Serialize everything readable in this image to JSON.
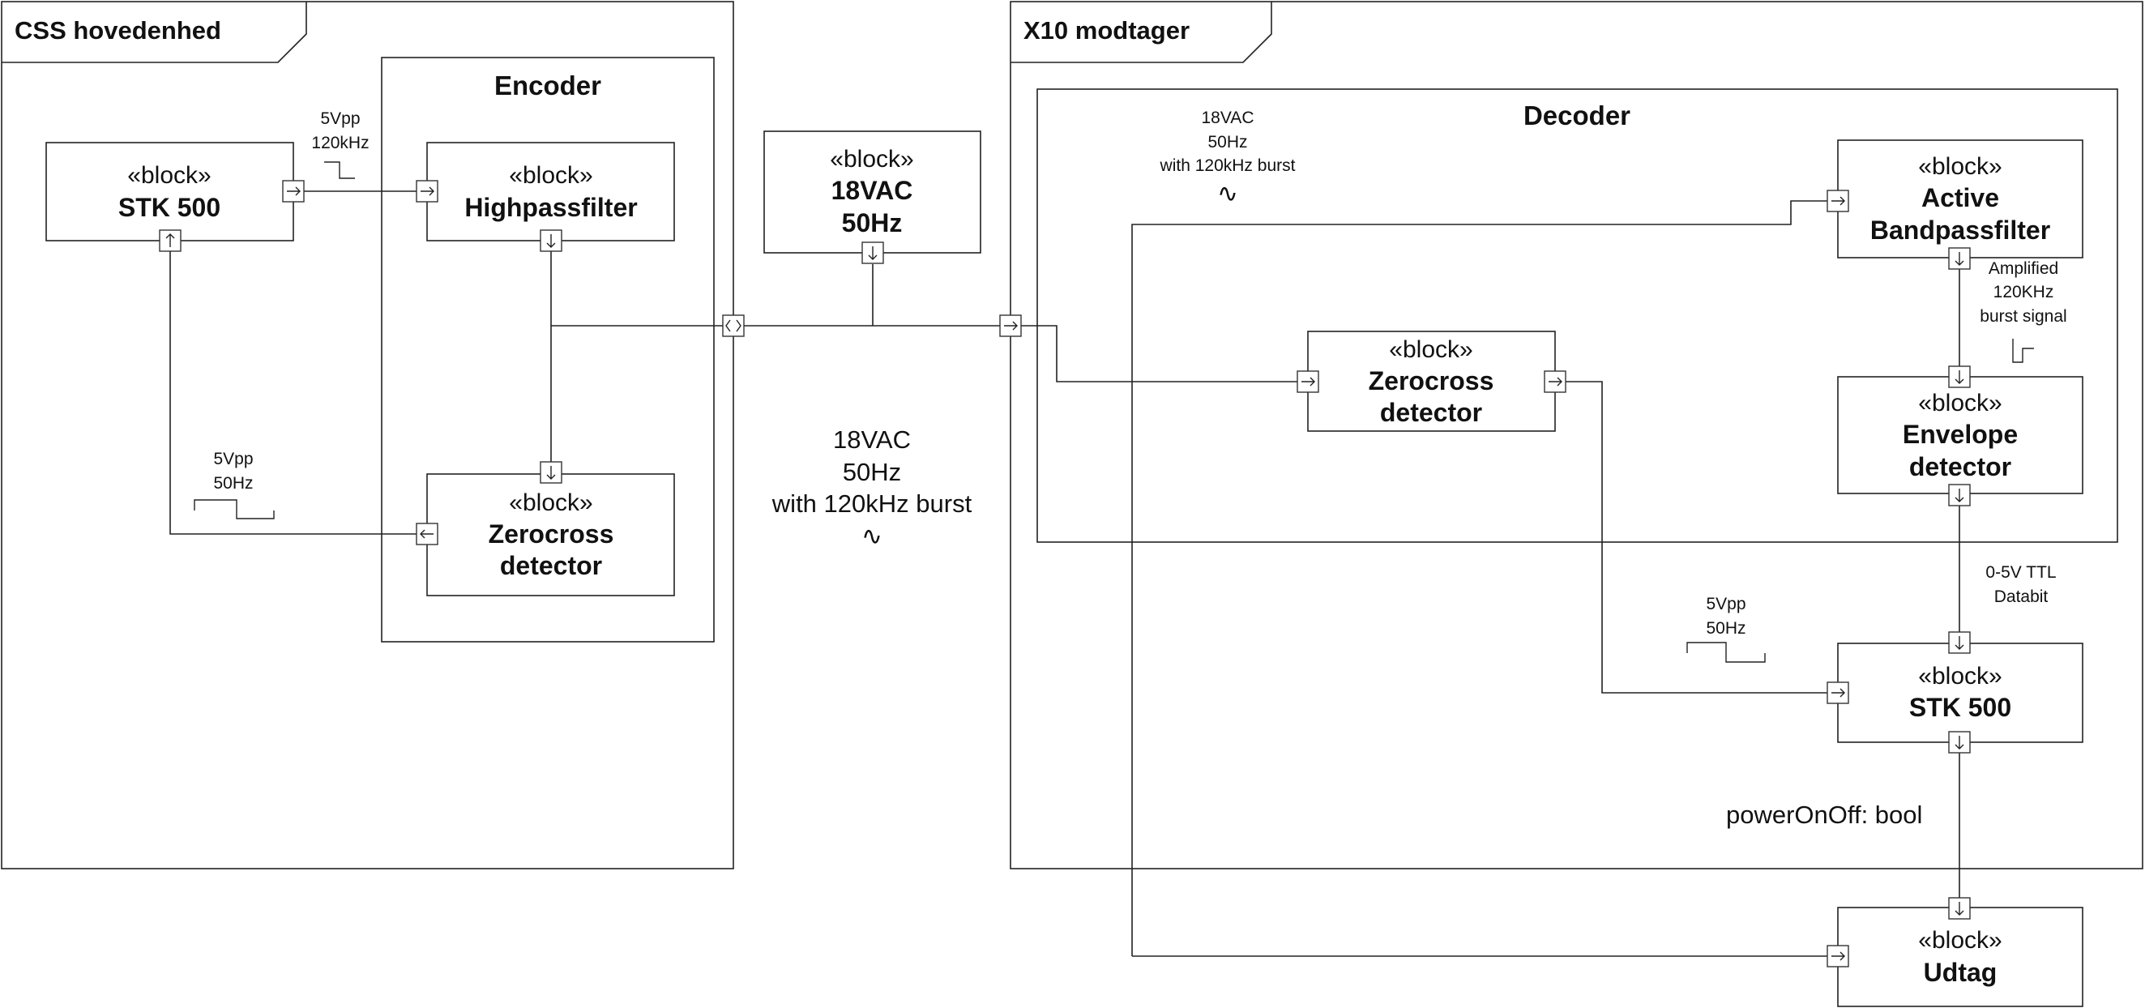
{
  "frames": {
    "css": {
      "title": "CSS hovedenhed"
    },
    "x10": {
      "title": "X10 modtager"
    }
  },
  "containers": {
    "encoder": {
      "title": "Encoder"
    },
    "decoder": {
      "title": "Decoder"
    }
  },
  "blocks": {
    "stk500_left": {
      "stereotype": "«block»",
      "name": "STK 500"
    },
    "highpass": {
      "stereotype": "«block»",
      "name": "Highpassfilter"
    },
    "zerocross_left": {
      "stereotype": "«block»",
      "name_line1": "Zerocross",
      "name_line2": "detector"
    },
    "supply": {
      "stereotype": "«block»",
      "name_line1": "18VAC",
      "name_line2": "50Hz"
    },
    "zerocross_right": {
      "stereotype": "«block»",
      "name_line1": "Zerocross",
      "name_line2": "detector"
    },
    "bandpass": {
      "stereotype": "«block»",
      "name_line1": "Active",
      "name_line2": "Bandpassfilter"
    },
    "envelope": {
      "stereotype": "«block»",
      "name_line1": "Envelope",
      "name_line2": "detector"
    },
    "stk500_right": {
      "stereotype": "«block»",
      "name": "STK 500"
    },
    "udtag": {
      "stereotype": "«block»",
      "name": "Udtag"
    }
  },
  "annotations": {
    "enc_signal": {
      "line1": "5Vpp",
      "line2": "120kHz"
    },
    "zc_left_signal": {
      "line1": "5Vpp",
      "line2": "50Hz"
    },
    "line_signal": {
      "line1": "18VAC",
      "line2": "50Hz",
      "line3": "with 120kHz burst"
    },
    "decoder_input": {
      "line1": "18VAC",
      "line2": "50Hz",
      "line3": "with 120kHz burst"
    },
    "amplified": {
      "line1": "Amplified",
      "line2": "120KHz",
      "line3": "burst signal"
    },
    "ttl": {
      "line1": "0-5V TTL",
      "line2": "Databit"
    },
    "zc_right_signal": {
      "line1": "5Vpp",
      "line2": "50Hz"
    },
    "power": {
      "label": "powerOnOff: bool"
    }
  },
  "glyphs": {
    "sine": "∿"
  }
}
